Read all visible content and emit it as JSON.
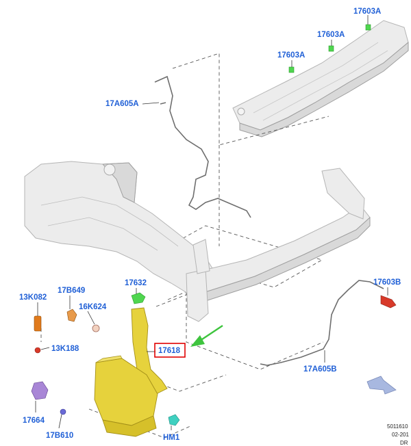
{
  "diagram": {
    "callouts": {
      "clip_a_top": "17603A",
      "clip_a_mid": "17603A",
      "clip_a_left": "17603A",
      "hose_a": "17A605A",
      "clip_b": "17603B",
      "hose_b": "17A605B",
      "cap": "17632",
      "reservoir": "17618",
      "level_sensor": "13K082",
      "pump_a": "17B649",
      "grommet": "16K624",
      "seal": "13K188",
      "pump_motor": "17664",
      "pump_seal": "17B610",
      "hose_joint": "HM1"
    },
    "meta": {
      "code": "5011610",
      "date": "02-201",
      "region": "DR"
    },
    "colors": {
      "callout_text": "#1f5fd6",
      "highlight_box": "#e00000",
      "pointer_arrow": "#3ec43e",
      "reservoir_fill": "#e6d23c",
      "clip_green": "#4fd64f",
      "clip_red": "#d83a2a",
      "view_arrow": "#a8b8e0"
    },
    "icons": {
      "pointer": "green-arrow-icon",
      "view_direction": "view-direction-arrow-icon"
    }
  }
}
